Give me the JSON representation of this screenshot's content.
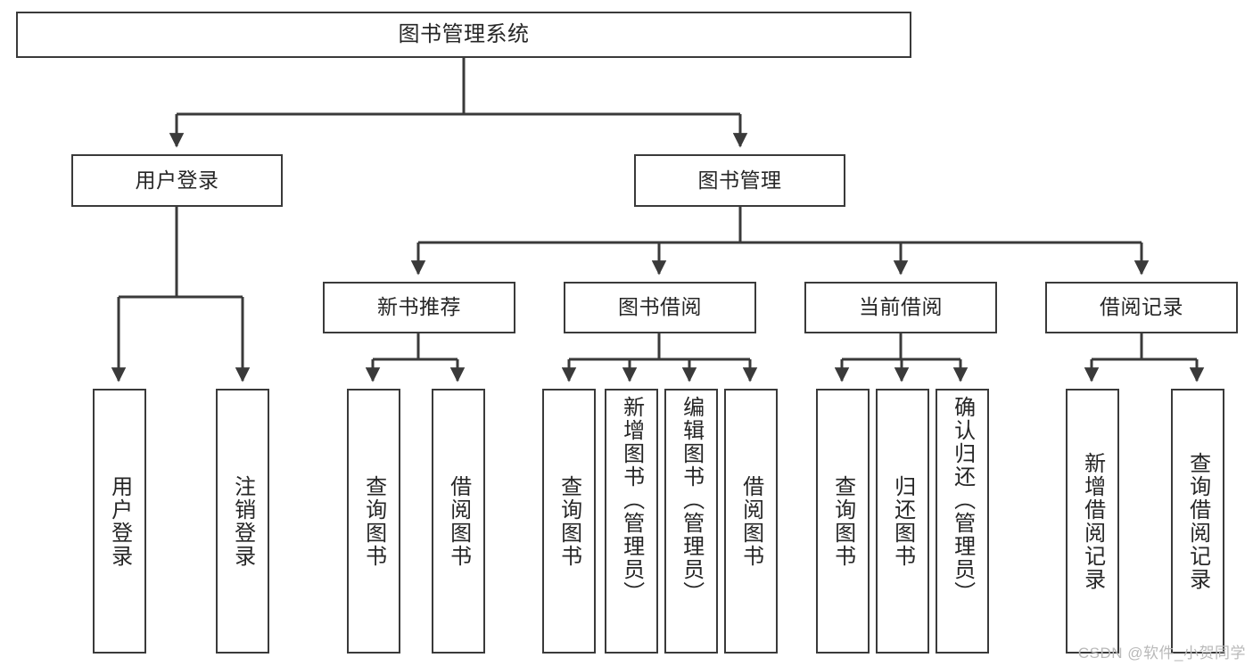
{
  "diagram": {
    "title": "图书管理系统",
    "type": "tree-hierarchy-chart",
    "watermark": "CSDN @软件_小贺同学",
    "colors": {
      "box_border": "#3a3a3a",
      "box_fill": "#ffffff",
      "edge": "#3a3a3a",
      "text": "#262626",
      "watermark": "#b9b9b9",
      "background": "#ffffff"
    },
    "root": {
      "id": "root",
      "label": "图书管理系统"
    },
    "level2": [
      {
        "id": "user-login",
        "label": "用户登录"
      },
      {
        "id": "book-manage",
        "label": "图书管理"
      }
    ],
    "level3": [
      {
        "id": "new-book-rec",
        "label": "新书推荐"
      },
      {
        "id": "book-borrow",
        "label": "图书借阅"
      },
      {
        "id": "current-borrow",
        "label": "当前借阅"
      },
      {
        "id": "borrow-record",
        "label": "借阅记录"
      }
    ],
    "leaves": {
      "user_login": [
        {
          "id": "leaf-user-login",
          "label": "用户登录"
        },
        {
          "id": "leaf-user-logout",
          "label": "注销登录"
        }
      ],
      "new_book_rec": [
        {
          "id": "leaf-query-book-1",
          "label": "查询图书"
        },
        {
          "id": "leaf-borrow-book-1",
          "label": "借阅图书"
        }
      ],
      "book_borrow": [
        {
          "id": "leaf-query-book-2",
          "label": "查询图书"
        },
        {
          "id": "leaf-add-book",
          "label": "新增图书（管理员）"
        },
        {
          "id": "leaf-edit-book",
          "label": "编辑图书（管理员）"
        },
        {
          "id": "leaf-borrow-book-2",
          "label": "借阅图书"
        }
      ],
      "current_borrow": [
        {
          "id": "leaf-query-book-3",
          "label": "查询图书"
        },
        {
          "id": "leaf-return-book",
          "label": "归还图书"
        },
        {
          "id": "leaf-confirm-return",
          "label": "确认归还（管理员）"
        }
      ],
      "borrow_record": [
        {
          "id": "leaf-add-record",
          "label": "新增借阅记录"
        },
        {
          "id": "leaf-query-record",
          "label": "查询借阅记录"
        }
      ]
    }
  }
}
